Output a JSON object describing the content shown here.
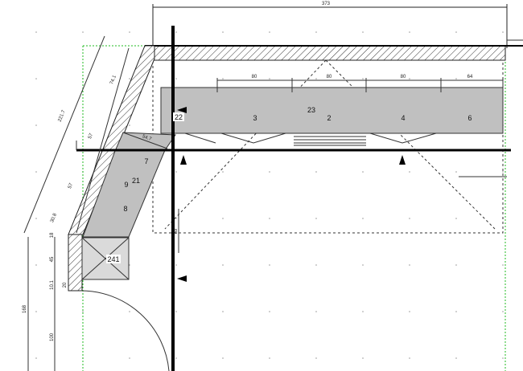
{
  "dimensions": {
    "overall_width": "373",
    "segments": [
      "80",
      "80",
      "80",
      "64"
    ],
    "diagonal_total": "221.7",
    "diagonal_top": "74.1",
    "diagonal_mid1": "57",
    "diagonal_mid2": "57",
    "diagonal_bottom": "30.8",
    "corner_depth": "54.7",
    "left_45": "45",
    "left_10_1": "10.1",
    "left_20": "20",
    "left_18": "18",
    "total_168": "168",
    "door_100": "100",
    "right_89": "89"
  },
  "elements": {
    "e22": "22",
    "e3": "3",
    "e23": "23",
    "e2": "2",
    "e4": "4",
    "e6": "6",
    "e7": "7",
    "e21": "21",
    "e9": "9",
    "e8": "8",
    "e241": "241"
  },
  "colors": {
    "counter": "#c0c0c0",
    "guide": "#22bb22"
  }
}
